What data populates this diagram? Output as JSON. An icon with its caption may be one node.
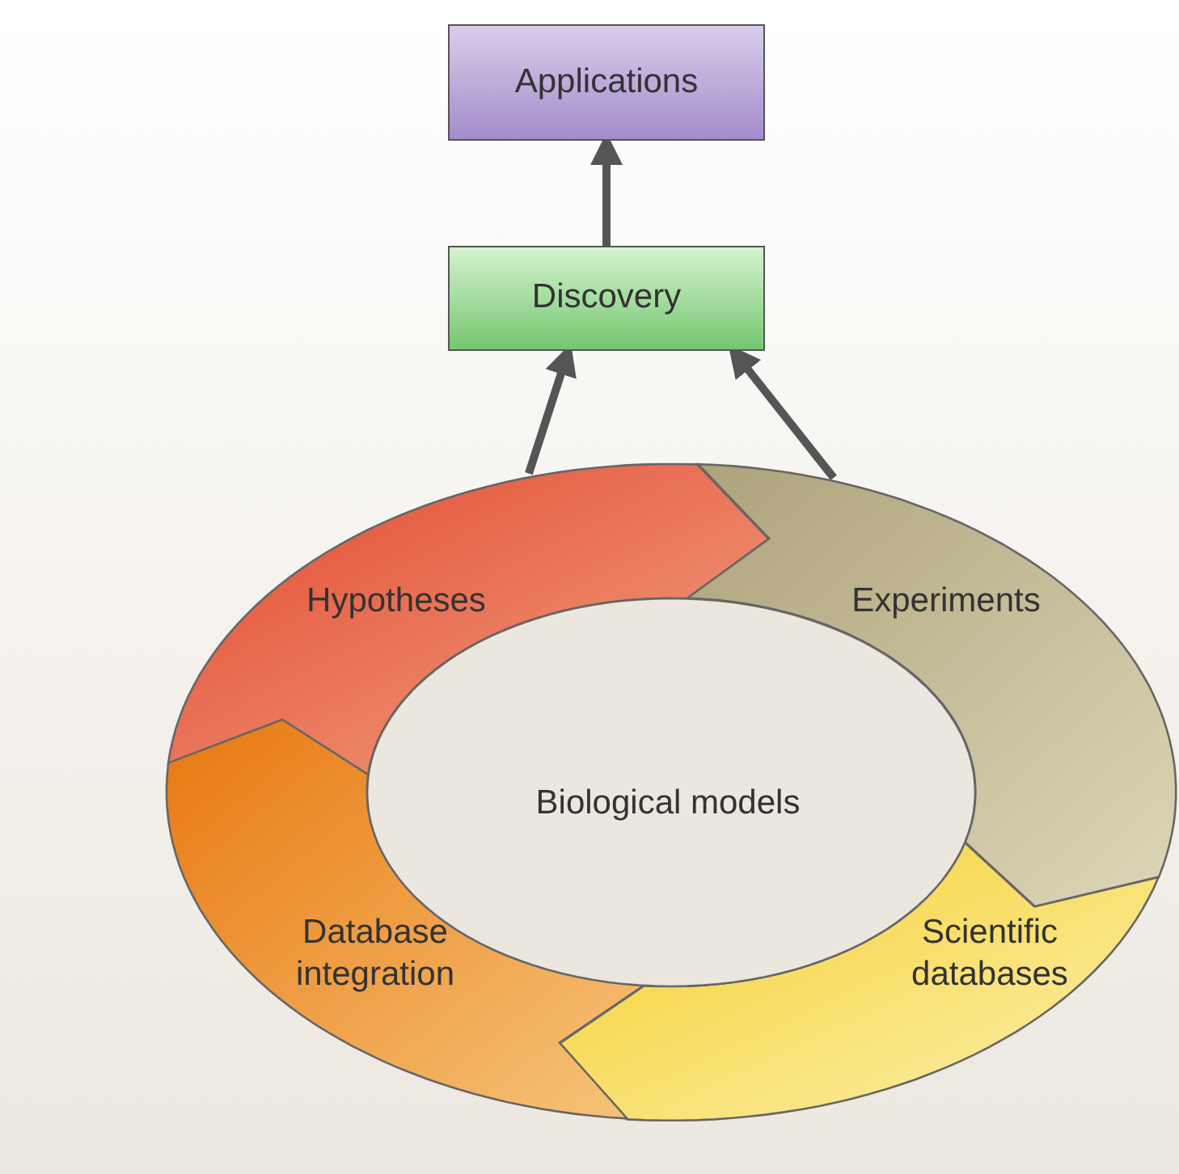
{
  "diagram": {
    "nodes": [
      {
        "text": [
          "Applications"
        ]
      },
      {
        "text": [
          "Discovery"
        ]
      },
      {
        "text": [
          "Hypotheses"
        ]
      },
      {
        "text": [
          "Experiments"
        ]
      },
      {
        "text": [
          "Scientific databases"
        ]
      },
      {
        "text": [
          "Database integration"
        ]
      },
      {
        "text": [
          "Biological models"
        ]
      }
    ],
    "edges": [
      {
        "from": 1,
        "to": 0,
        "arrow": "to"
      },
      {
        "from": 2,
        "to": 1,
        "arrow": "to"
      },
      {
        "from": 3,
        "to": 1,
        "arrow": "to"
      }
    ]
  }
}
